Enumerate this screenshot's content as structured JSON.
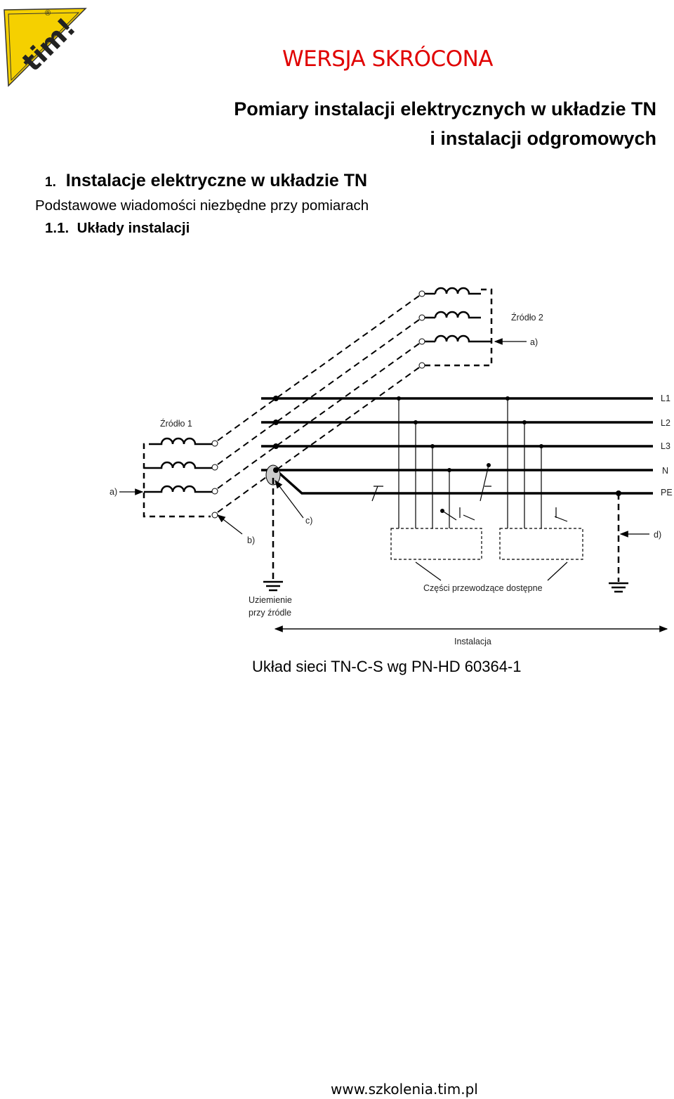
{
  "logo": {
    "text": "tim!",
    "mark": "®",
    "icon": "tim-logo-icon",
    "color": "#f5d000"
  },
  "header": {
    "version": "WERSJA SKRÓCONA",
    "version_color": "#e00000"
  },
  "title": {
    "line1": "Pomiary instalacji elektrycznych w układzie TN",
    "line2": "i instalacji odgromowych"
  },
  "section": {
    "number": "1.",
    "heading": "Instalacje elektryczne w układzie TN",
    "subtitle": "Podstawowe wiadomości niezbędne przy pomiarach",
    "subsection_number": "1.1.",
    "subsection": "Układy instalacji"
  },
  "diagram": {
    "source2": "Źródło 2",
    "source1": "Źródło 1",
    "a_label": "a)",
    "b_label": "b)",
    "c_label": "c)",
    "d_label": "d)",
    "l1": "L1",
    "l2": "L2",
    "l3": "L3",
    "n": "N",
    "pe": "PE",
    "earthing_line1": "Uziemienie",
    "earthing_line2": "przy źródle",
    "parts": "Części przewodzące dostępne",
    "installation": "Instalacja"
  },
  "caption": "Układ sieci TN-C-S wg PN-HD 60364-1",
  "footer": {
    "url": "www.szkolenia.tim.pl"
  }
}
